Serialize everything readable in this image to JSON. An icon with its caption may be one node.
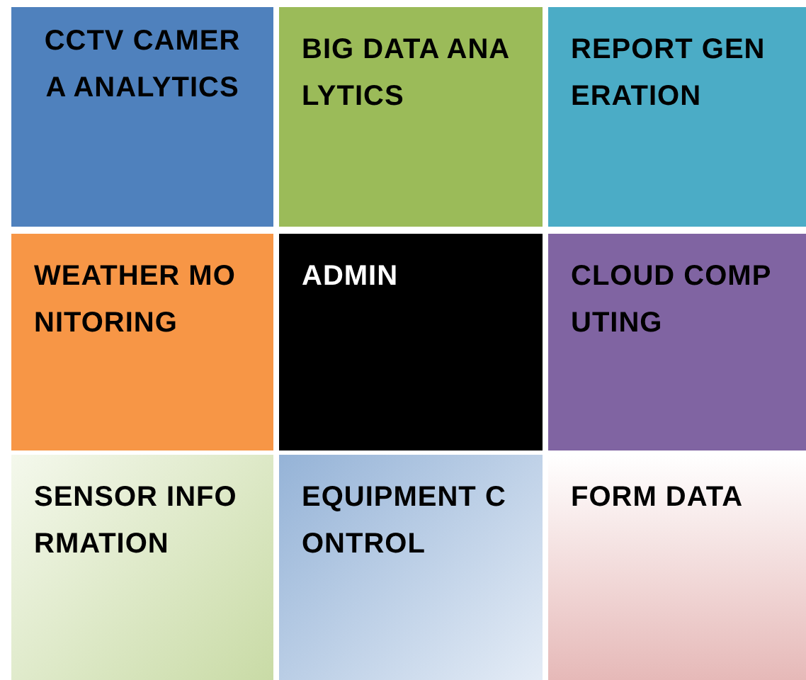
{
  "diagram": {
    "nodes": [
      {
        "text": [
          "CCTV CAMERA ANALYTICS"
        ]
      },
      {
        "text": [
          "BIG DATA ANALYTICS"
        ]
      },
      {
        "text": [
          "REPORT GENERATION"
        ]
      },
      {
        "text": [
          "WEATHER MONITORING"
        ]
      },
      {
        "text": [
          "ADMIN"
        ]
      },
      {
        "text": [
          "CLOUD COMPUTING"
        ]
      },
      {
        "text": [
          "SENSOR INFORMATION"
        ]
      },
      {
        "text": [
          "EQUIPMENT CONTROL"
        ]
      },
      {
        "text": [
          "FORM DATA"
        ]
      }
    ]
  }
}
